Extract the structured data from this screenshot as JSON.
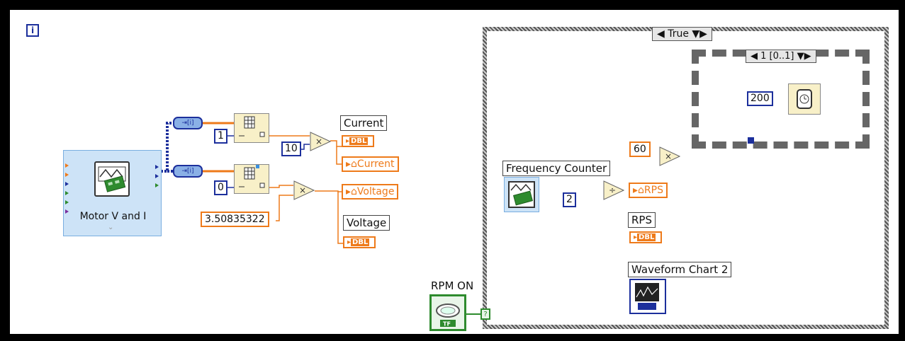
{
  "info_icon": "i",
  "express_vi": {
    "label": "Motor V and I"
  },
  "case_structure": {
    "selector": "True"
  },
  "sequence_structure": {
    "selector": "1 [0..1]"
  },
  "controls": {
    "current_label": "Current",
    "voltage_label": "Voltage",
    "rps_label": "RPS",
    "rpm_on_label": "RPM ON",
    "chart_label": "Waveform Chart 2",
    "freq_counter_label": "Frequency Counter",
    "dbl_tag": "DBL",
    "tf_tag": "TF"
  },
  "local_vars": {
    "current": "Current",
    "voltage": "Voltage",
    "rps": "RPS"
  },
  "constants": {
    "index_1": "1",
    "index_0": "0",
    "mult_current": "10",
    "mult_voltage": "3.50835322",
    "rps_divisor": "2",
    "rpm_mult": "60",
    "wait_ms": "200"
  },
  "colors": {
    "orange_wire": "#ee7a1a",
    "blue_wire": "#1c2f9c",
    "express_bg": "#cde3f7",
    "boolean_green": "#2e8b2e"
  }
}
